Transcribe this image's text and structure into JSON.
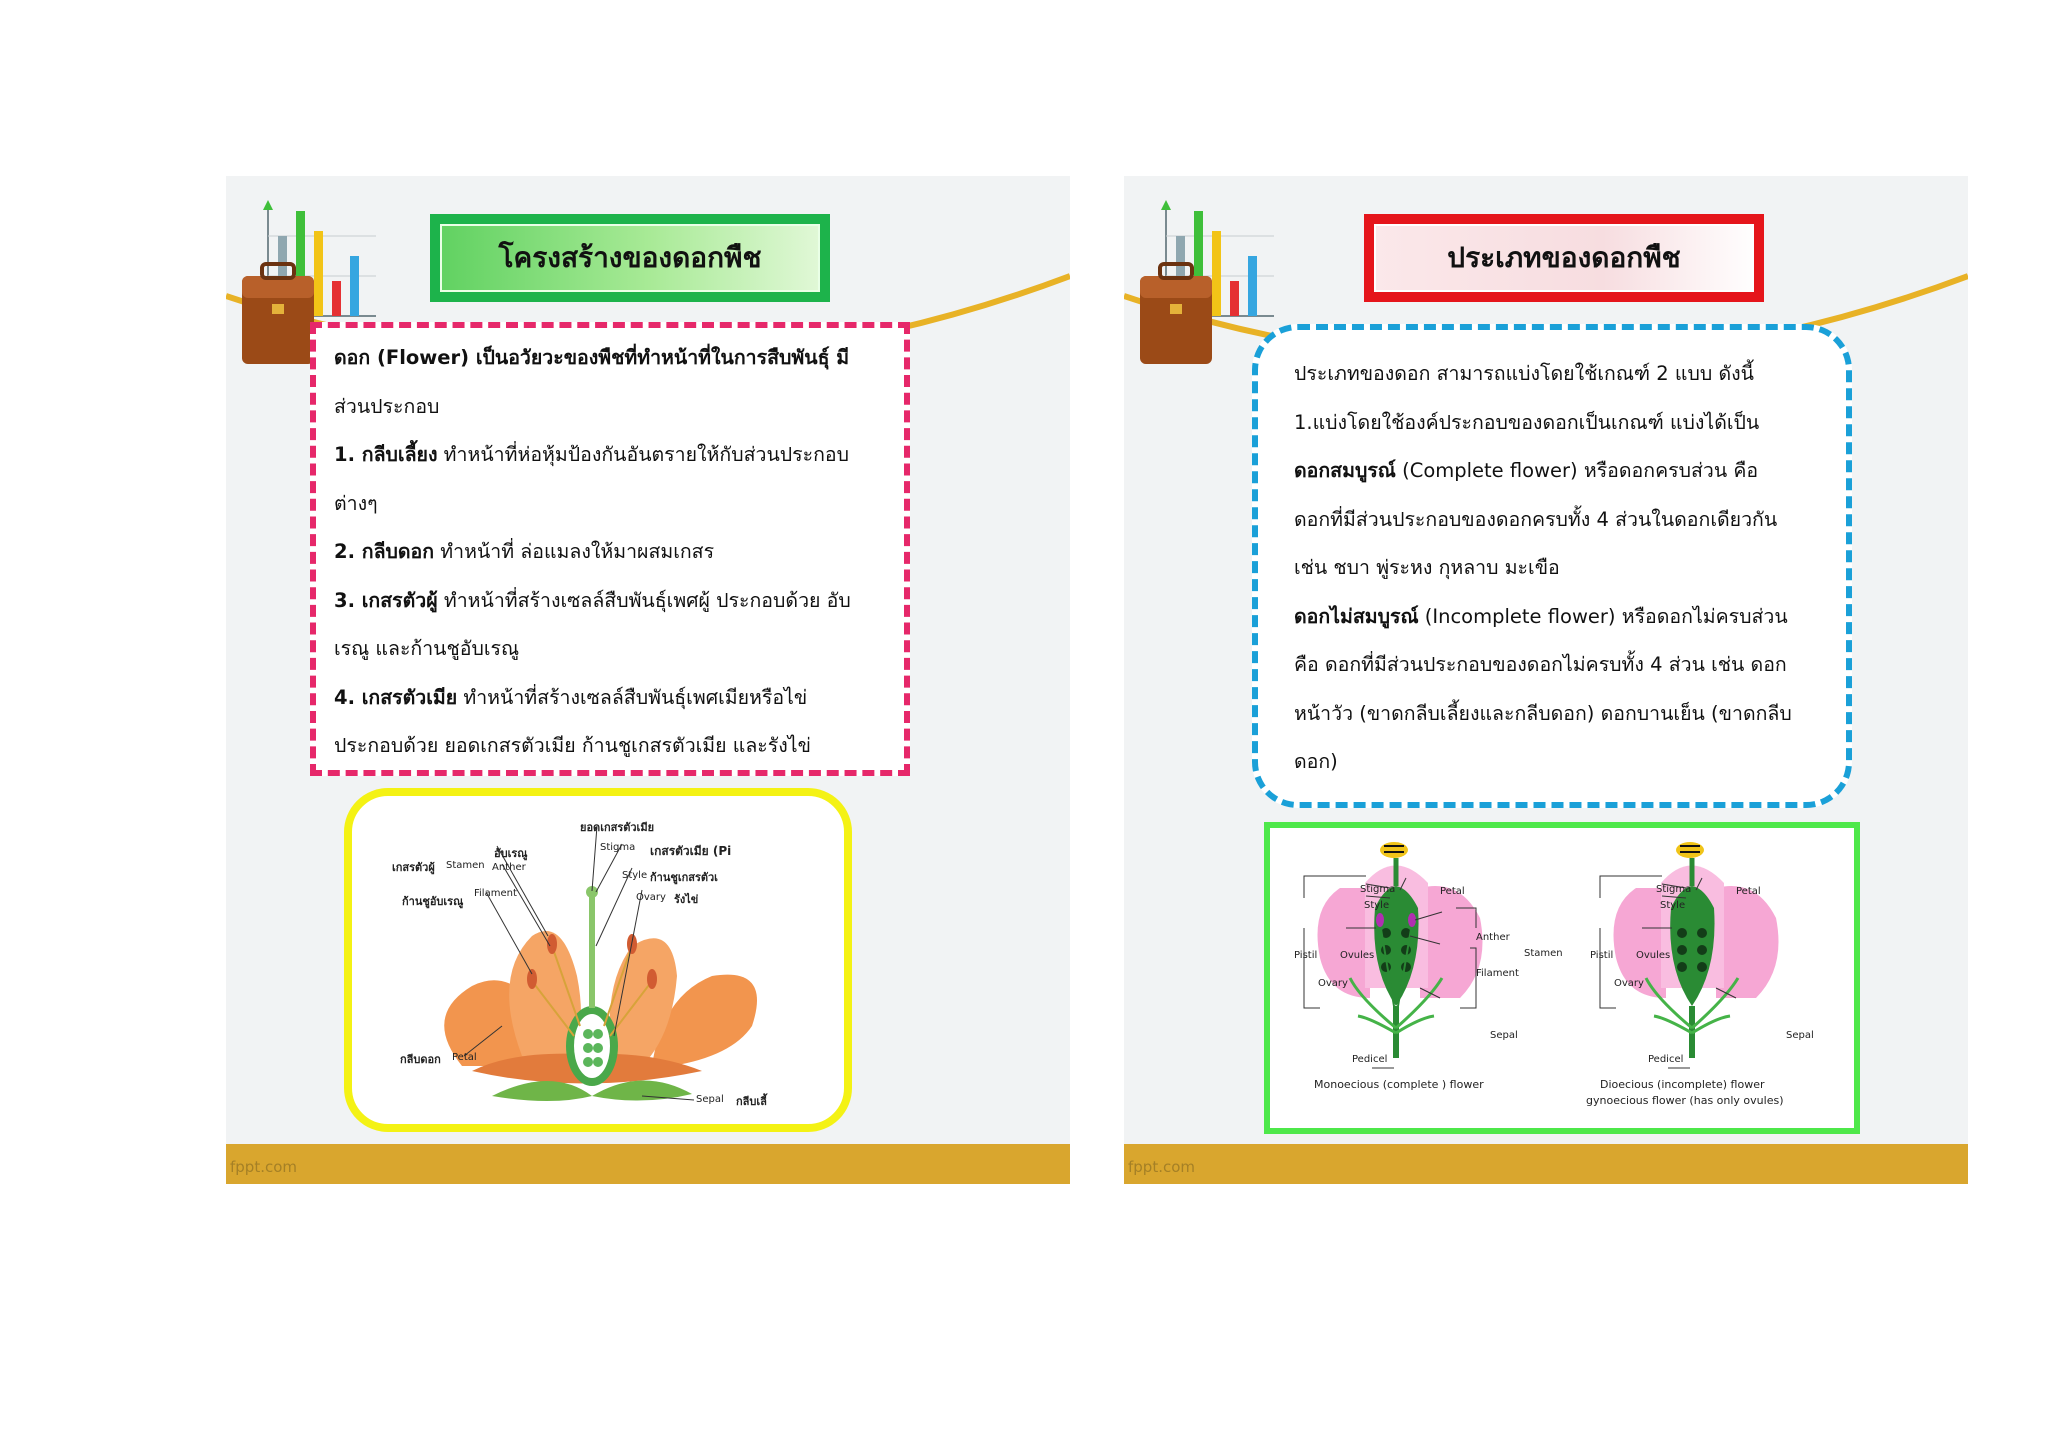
{
  "slide1": {
    "title": "โครงสร้างของดอกพืช",
    "intro_1": "ดอก (Flower) เป็นอวัยวะของพืชที่ทำหน้าที่ในการสืบพันธุ์ มี",
    "intro_2": "ส่วนประกอบ",
    "item1_label": "1. กลีบเลี้ยง",
    "item1_text": " ทำหน้าที่ห่อหุ้มป้องกันอันตรายให้กับส่วนประกอบ",
    "item1_cont": "ต่างๆ",
    "item2_label": " 2. กลีบดอก",
    "item2_text": " ทำหน้าที่ ล่อแมลงให้มาผสมเกสร",
    "item3_label": "3. เกสรตัวผู้",
    "item3_text": " ทำหน้าที่สร้างเซลล์สืบพันธุ์เพศผู้ ประกอบด้วย อับ",
    "item3_cont": "เรณู และก้านชูอับเรณู",
    "item4_label": "4. เกสรตัวเมีย",
    "item4_text": " ทำหน้าที่สร้างเซลล์สืบพันธุ์เพศเมียหรือไข่",
    "item4_cont": "ประกอบด้วย ยอดเกสรตัวเมีย ก้านชูเกสรตัวเมีย และรังไข่",
    "footer": "fppt.com",
    "diagram": {
      "top": "ยอดเกสรตัวเมีย",
      "anther_th": "อับเรณู",
      "stamen_th": "เกสรตัวผู้",
      "stamen_en": "Stamen",
      "anther_en": "Anther",
      "stigma_en": "Stigma",
      "pistil_th": "เกสรตัวเมีย (Pi",
      "style_en": "Style",
      "style_th": "ก้านชูเกสรตัวเ",
      "filament_th": "ก้านชูอับเรณู",
      "filament_en": "Filament",
      "ovary_en": "Ovary",
      "ovary_th": "รังไข่",
      "petal_th": "กลีบดอก",
      "petal_en": "Petal",
      "sepal_en": "Sepal",
      "sepal_th": "กลีบเลี้"
    }
  },
  "slide2": {
    "title": "ประเภทของดอกพืช",
    "line1": "ประเภทของดอก สามารถแบ่งโดยใช้เกณฑ์ 2 แบบ ดังนี้",
    "line2": "1.แบ่งโดยใช้องค์ประกอบของดอกเป็นเกณฑ์ แบ่งได้เป็น",
    "complete_label": "ดอกสมบูรณ์",
    "complete_text": " (Complete flower) หรือดอกครบส่วน คือ",
    "line4": "ดอกที่มีส่วนประกอบของดอกครบทั้ง 4 ส่วนในดอกเดียวกัน",
    "line5": "เช่น ชบา พู่ระหง กุหลาบ มะเขือ",
    "incomplete_label": "ดอกไม่สมบูรณ์",
    "incomplete_text": " (Incomplete flower) หรือดอกไม่ครบส่วน",
    "line7": "คือ ดอกที่มีส่วนประกอบของดอกไม่ครบทั้ง 4 ส่วน เช่น ดอก",
    "line8": "หน้าวัว (ขาดกลีบเลี้ยงและกลีบดอก) ดอกบานเย็น (ขาดกลีบ",
    "line9": "ดอก)",
    "footer": "fppt.com",
    "diagram": {
      "stigma": "Stigma",
      "style": "Style",
      "petal": "Petal",
      "anther": "Anther",
      "stamen": "Stamen",
      "pistil": "Pistil",
      "ovules": "Ovules",
      "filament": "Filament",
      "ovary": "Ovary",
      "sepal": "Sepal",
      "pedicel": "Pedicel",
      "caption_left": "Monoecious (complete ) flower",
      "caption_right_1": "Dioecious (incomplete) flower",
      "caption_right_2": "gynoecious flower (has only ovules)"
    }
  }
}
